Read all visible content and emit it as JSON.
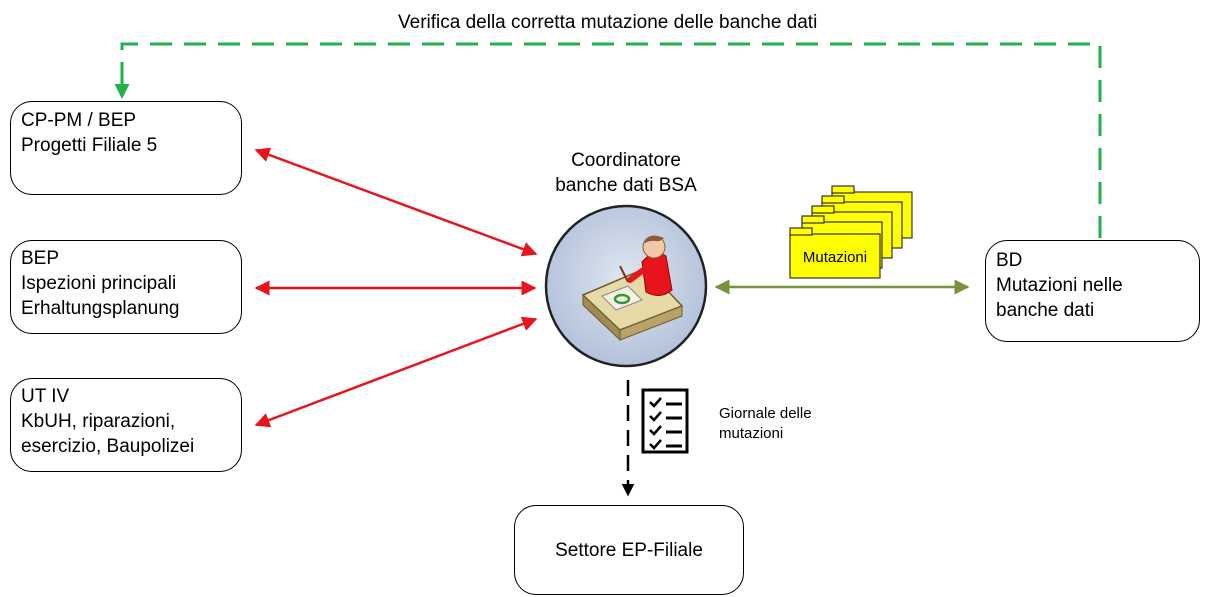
{
  "top_feedback_label": "Verifica della corretta mutazione delle banche dati",
  "coordinator": {
    "label_line1": "Coordinatore",
    "label_line2": "banche dati BSA",
    "icon": "person-at-desk-icon"
  },
  "nodes": {
    "cp_pm": {
      "line1": "CP-PM / BEP",
      "line2": "Progetti Filiale 5"
    },
    "bep": {
      "line1": "BEP",
      "line2": "Ispezioni principali",
      "line3": "Erhaltungsplanung"
    },
    "ut_iv": {
      "line1": "UT IV",
      "line2": "KbUH, riparazioni,",
      "line3": "esercizio, Baupolizei"
    },
    "bd": {
      "line1": "BD",
      "line2": "Mutazioni nelle",
      "line3": "banche dati"
    },
    "settore": {
      "label": "Settore EP-Filiale"
    }
  },
  "folders": {
    "label": "Mutazioni",
    "color": "#ffff00"
  },
  "journal": {
    "label_line1": "Giornale delle",
    "label_line2": "mutazioni",
    "icon": "checklist-icon"
  },
  "colors": {
    "red_arrow": "#e8141c",
    "green_dashed": "#22b14c",
    "olive_arrow": "#77933c",
    "coordinator_fill": "#c5d0e2"
  }
}
